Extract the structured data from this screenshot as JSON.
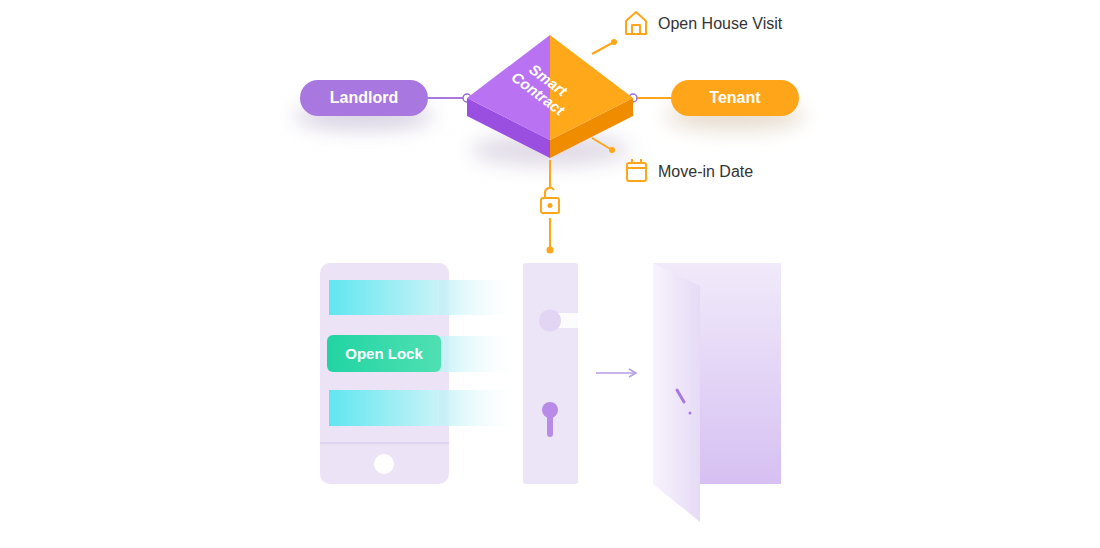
{
  "diagram": {
    "nodes": [
      {
        "text": [
          "Landlord"
        ]
      },
      {
        "text": [
          "Smart Contract"
        ]
      },
      {
        "text": [
          "Tenant"
        ]
      },
      {
        "text": [
          "Open Lock"
        ]
      }
    ],
    "edges": [
      {
        "from": 0,
        "to": 1,
        "arrow": "none"
      },
      {
        "from": 1,
        "to": 2,
        "arrow": "none"
      }
    ],
    "labels": [
      "Open House Visit",
      "Move-in Date"
    ]
  }
}
